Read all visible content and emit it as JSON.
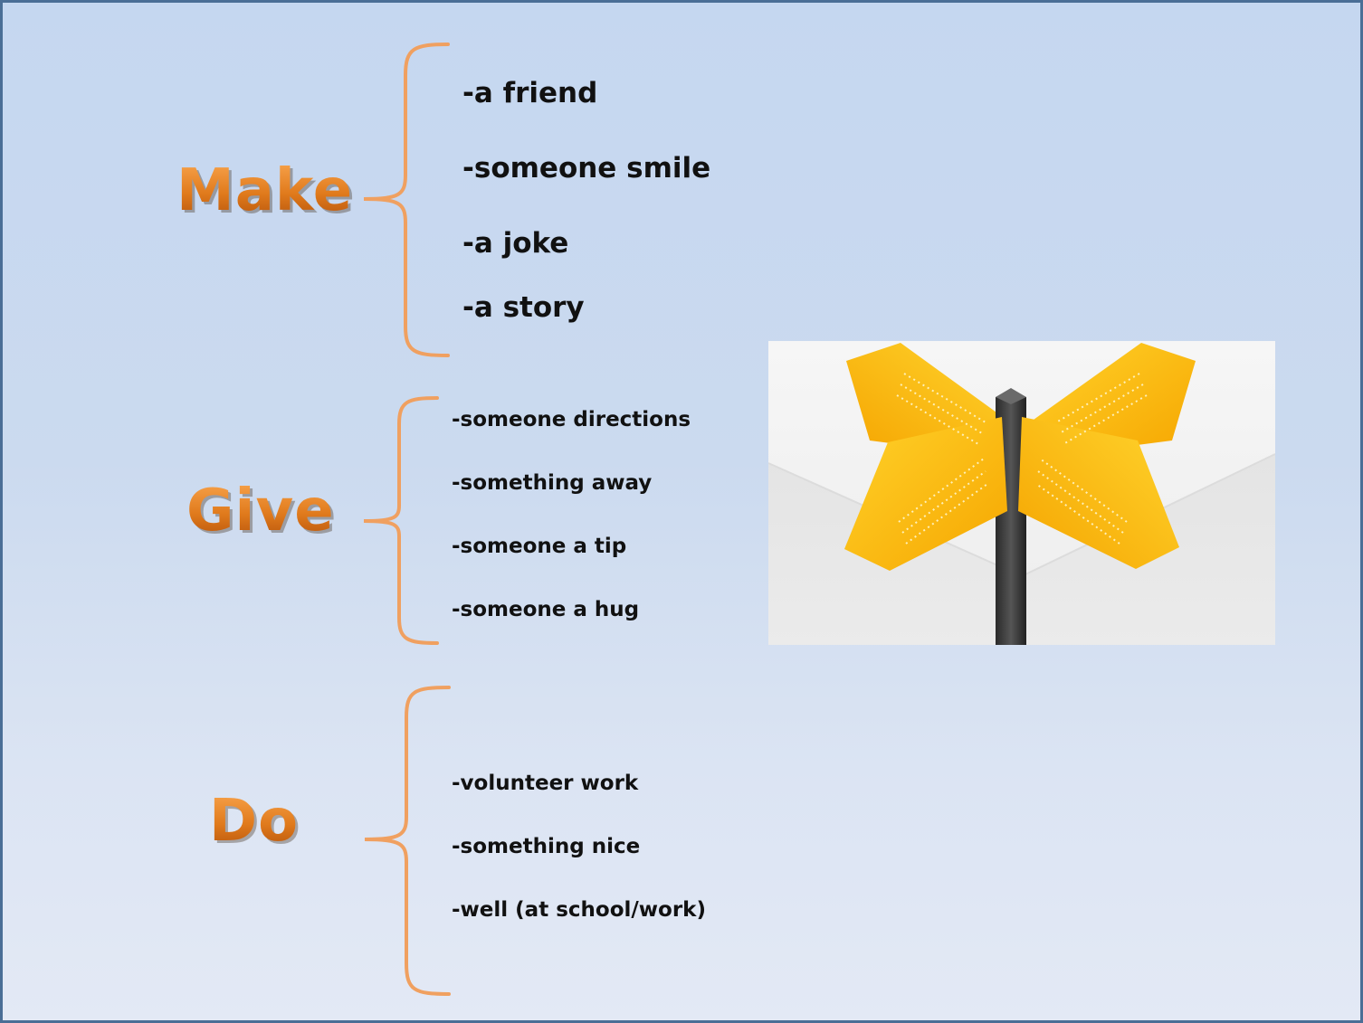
{
  "groups": [
    {
      "verb": "Make",
      "items": [
        "-a friend",
        "-someone smile",
        "-a joke",
        "-a story"
      ]
    },
    {
      "verb": "Give",
      "items": [
        "-someone directions",
        "-something away",
        "-someone a tip",
        "-someone a hug"
      ]
    },
    {
      "verb": "Do",
      "items": [
        "-volunteer work",
        "-something nice",
        "-well (at school/work)"
      ]
    }
  ],
  "colors": {
    "verb_orange": "#e07a1c",
    "brace_orange": "#f0a060",
    "sign_yellow": "#ffc21a",
    "frame_blue": "#4a6e96"
  },
  "picture": {
    "icon": "signpost-icon"
  }
}
